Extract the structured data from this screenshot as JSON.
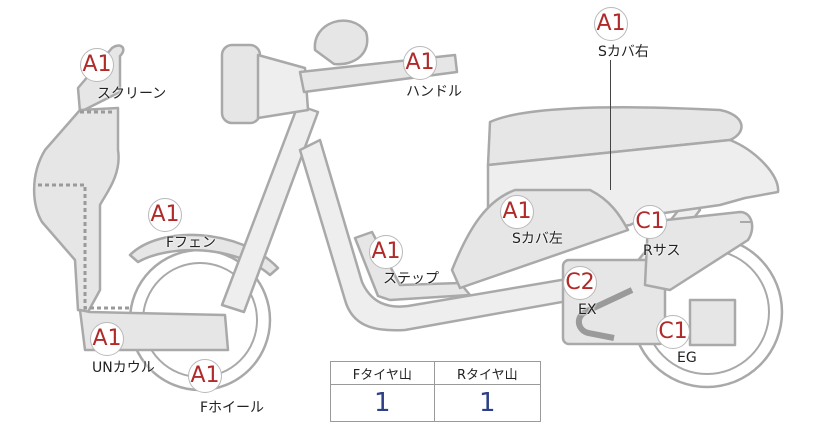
{
  "parts": [
    {
      "id": "screen",
      "grade": "A1",
      "label": "スクリーン"
    },
    {
      "id": "handle",
      "grade": "A1",
      "label": "ハンドル"
    },
    {
      "id": "s-cover-right",
      "grade": "A1",
      "label": "Sカバ右"
    },
    {
      "id": "f-fender",
      "grade": "A1",
      "label": "Fフェン"
    },
    {
      "id": "s-cover-left",
      "grade": "A1",
      "label": "Sカバ左"
    },
    {
      "id": "r-suspension",
      "grade": "C1",
      "label": "Rサス"
    },
    {
      "id": "step",
      "grade": "A1",
      "label": "ステップ"
    },
    {
      "id": "exhaust",
      "grade": "C2",
      "label": "EX"
    },
    {
      "id": "under-cowl",
      "grade": "A1",
      "label": "UNカウル"
    },
    {
      "id": "engine",
      "grade": "C1",
      "label": "EG"
    },
    {
      "id": "f-wheel",
      "grade": "A1",
      "label": "Fホイール"
    }
  ],
  "tire_tread": {
    "front_header": "Fタイヤ山",
    "rear_header": "Rタイヤ山",
    "front_value": "1",
    "rear_value": "1"
  }
}
